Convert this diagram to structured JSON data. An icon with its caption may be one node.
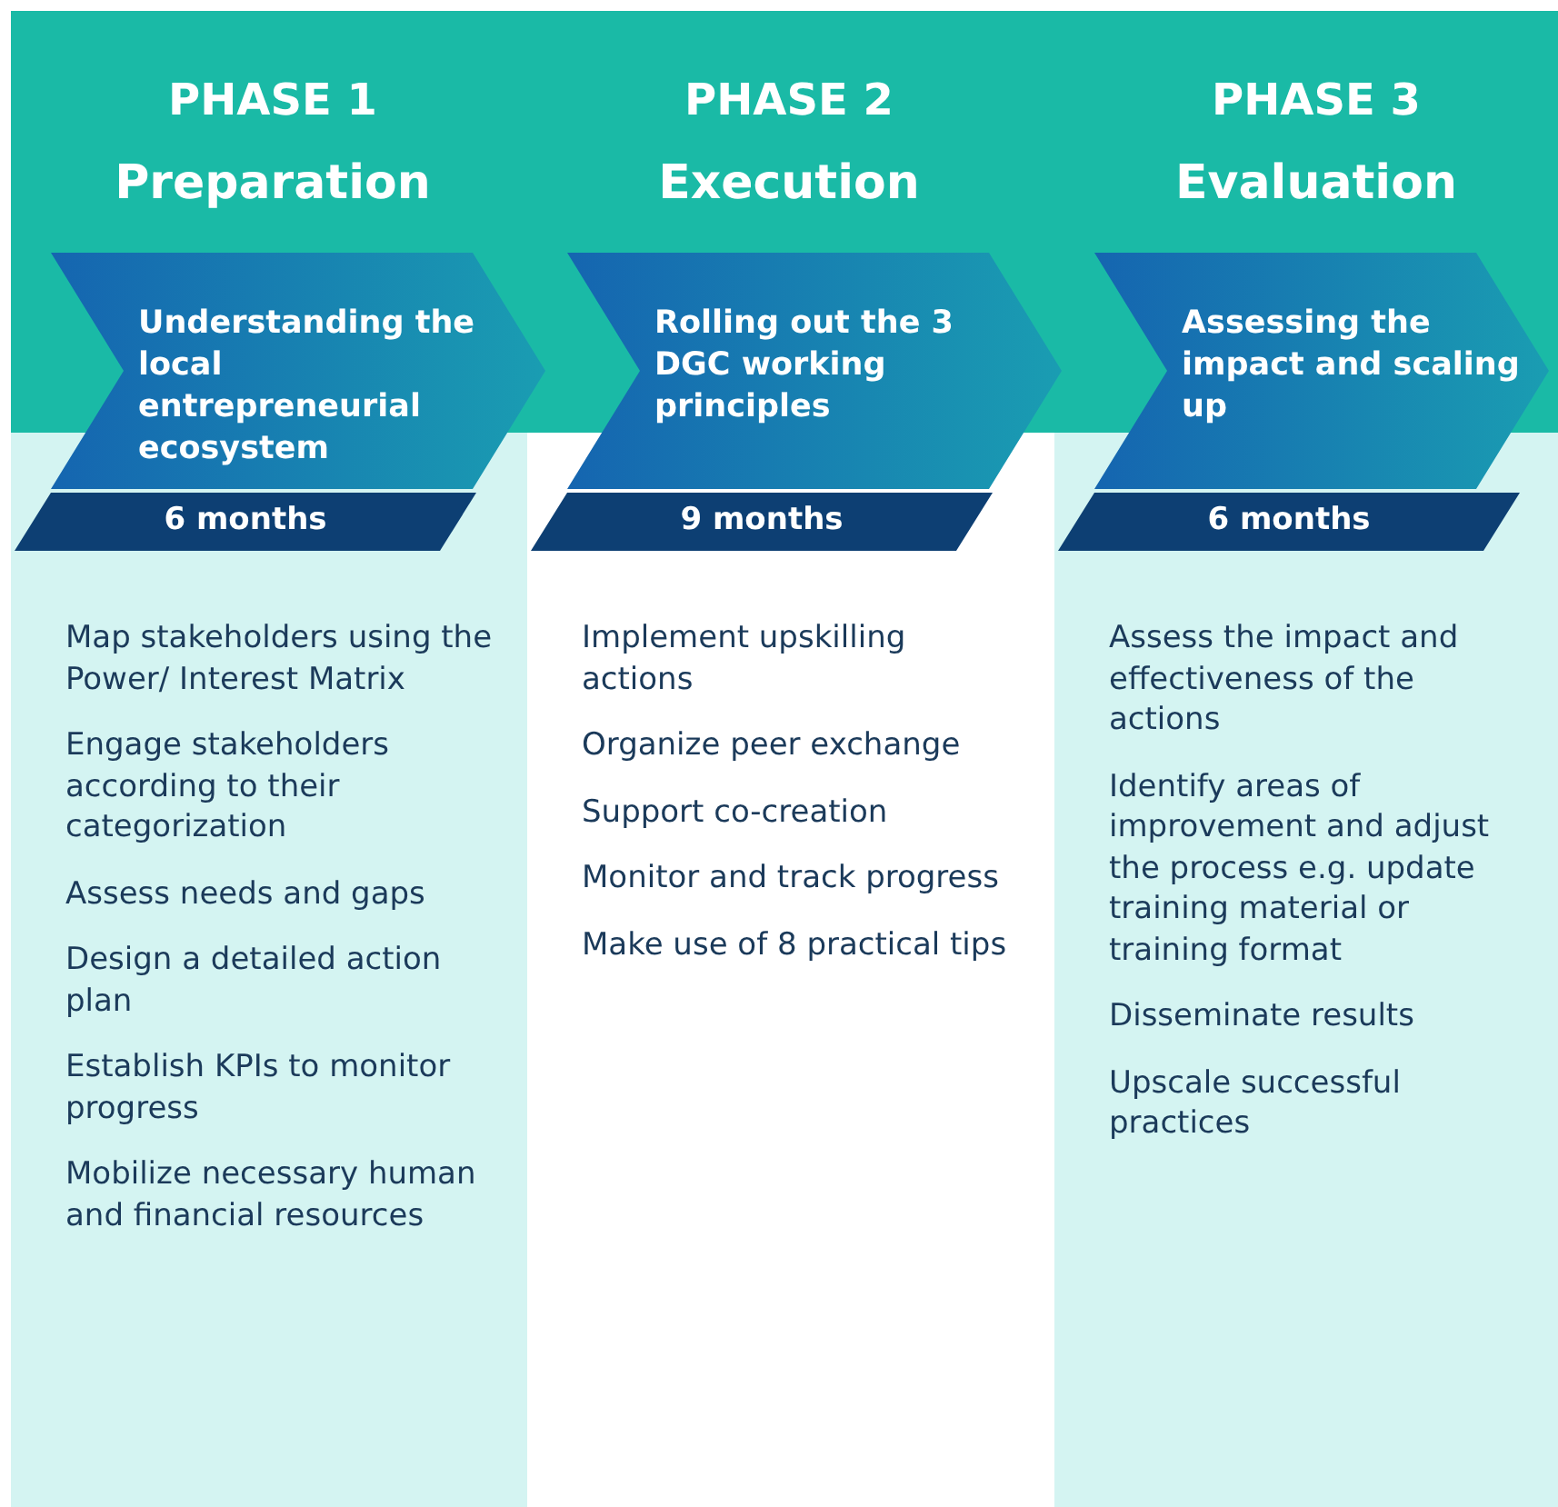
{
  "diagram": {
    "nodes": [
      {
        "text": [
          "Understanding the local entrepreneurial ecosystem"
        ]
      },
      {
        "text": [
          "6 months"
        ]
      },
      {
        "text": [
          "Map stakeholders using the Power/ Interest Matrix",
          "Engage stakeholders according to their categorization",
          "Assess needs and gaps",
          "Design a detailed action plan",
          "Establish KPIs to monitor progress",
          "Mobilize necessary human and financial resources"
        ]
      },
      {
        "text": [
          "Rolling out the 3 DGC working principles"
        ]
      },
      {
        "text": [
          "9 months"
        ]
      },
      {
        "text": [
          "Implement upskilling actions",
          "Organize peer exchange",
          "Support co-creation",
          "Monitor and track progress",
          "Make use of 8 practical tips"
        ]
      },
      {
        "text": [
          "Assessing the impact and scaling up"
        ]
      },
      {
        "text": [
          "6 months"
        ]
      },
      {
        "text": [
          "Assess the impact and effectiveness of the actions",
          "Identify areas of improvement and adjust the process e.g. update training material or training format",
          "Disseminate results",
          "Upscale successful practices"
        ]
      }
    ],
    "edges": [],
    "labels": [
      "PHASE 1",
      "Preparation",
      "PHASE 2",
      "Execution",
      "PHASE 3",
      "Evaluation"
    ]
  }
}
